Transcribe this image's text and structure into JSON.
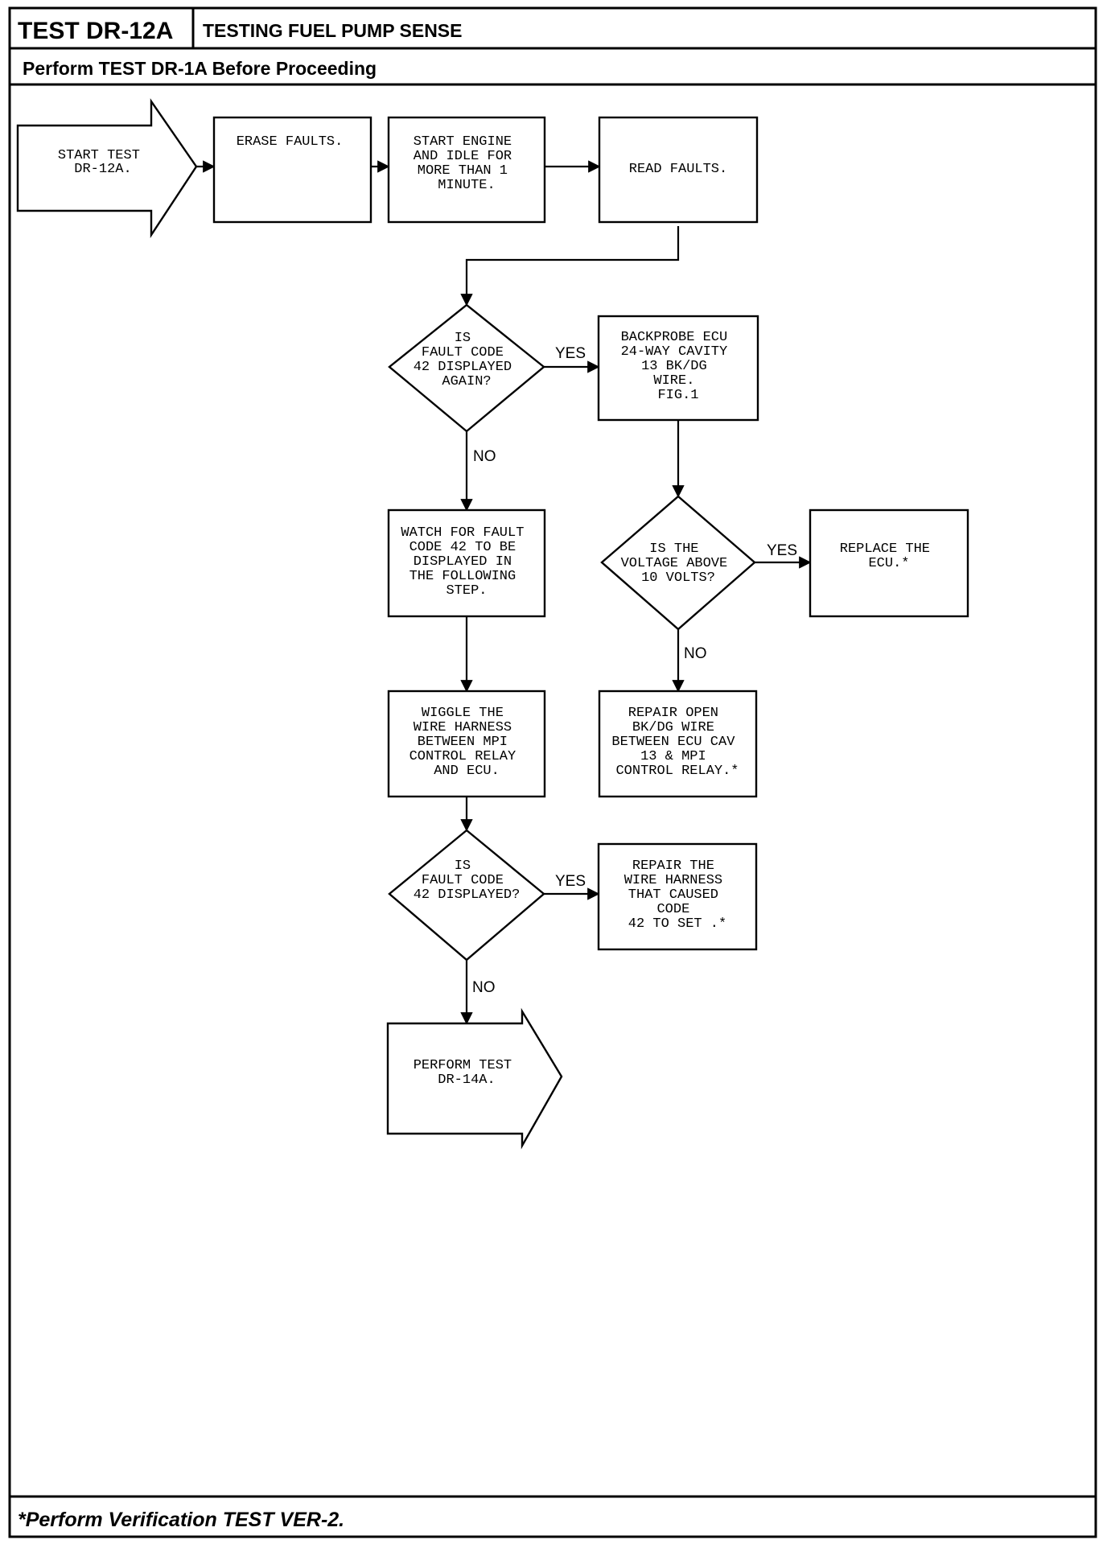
{
  "header": {
    "test_id": "TEST DR-12A",
    "title": "TESTING FUEL PUMP SENSE",
    "prerequisite": "Perform TEST DR-1A Before Proceeding"
  },
  "footer": {
    "note": "*Perform Verification TEST VER-2."
  },
  "flowchart": {
    "nodes": {
      "start": {
        "shape": "arrow",
        "lines": [
          "START TEST",
          "DR-12A."
        ]
      },
      "erase": {
        "shape": "box",
        "lines": [
          "ERASE FAULTS."
        ]
      },
      "start_engine": {
        "shape": "box",
        "lines": [
          "START ENGINE",
          "AND IDLE FOR",
          "MORE THAN 1",
          "MINUTE."
        ]
      },
      "read": {
        "shape": "box",
        "lines": [
          "READ FAULTS."
        ]
      },
      "q_again": {
        "shape": "diamond",
        "lines": [
          "IS",
          "FAULT CODE",
          "42 DISPLAYED",
          "AGAIN?"
        ]
      },
      "backprobe": {
        "shape": "box",
        "lines": [
          "BACKPROBE ECU",
          "24-WAY CAVITY",
          "13 BK/DG",
          "WIRE.",
          "FIG.1"
        ]
      },
      "watch": {
        "shape": "box",
        "lines": [
          "WATCH FOR FAULT",
          "CODE 42 TO BE",
          "DISPLAYED IN",
          "THE FOLLOWING",
          "STEP."
        ]
      },
      "q_voltage": {
        "shape": "diamond",
        "lines": [
          "IS THE",
          "VOLTAGE ABOVE",
          "10 VOLTS?"
        ]
      },
      "replace": {
        "shape": "box",
        "lines": [
          "REPLACE THE",
          "ECU.*"
        ]
      },
      "wiggle": {
        "shape": "box",
        "lines": [
          "WIGGLE THE",
          "WIRE HARNESS",
          "BETWEEN MPI",
          "CONTROL RELAY",
          "AND ECU."
        ]
      },
      "repair_open": {
        "shape": "box",
        "lines": [
          "REPAIR OPEN",
          "BK/DG WIRE",
          "BETWEEN ECU CAV",
          "13 & MPI",
          "CONTROL RELAY.*"
        ]
      },
      "q_displayed": {
        "shape": "diamond",
        "lines": [
          "IS",
          "FAULT CODE",
          "42 DISPLAYED?"
        ]
      },
      "repair_harness": {
        "shape": "box",
        "lines": [
          "REPAIR THE",
          "WIRE HARNESS",
          "THAT CAUSED",
          "CODE",
          "42 TO SET .*"
        ]
      },
      "end": {
        "shape": "arrow",
        "lines": [
          "PERFORM TEST",
          "DR-14A."
        ]
      }
    },
    "edges": [
      {
        "from": "start",
        "to": "erase",
        "label": ""
      },
      {
        "from": "erase",
        "to": "start_engine",
        "label": ""
      },
      {
        "from": "start_engine",
        "to": "read",
        "label": ""
      },
      {
        "from": "read",
        "to": "q_again",
        "label": ""
      },
      {
        "from": "q_again",
        "to": "backprobe",
        "label": "YES"
      },
      {
        "from": "q_again",
        "to": "watch",
        "label": "NO"
      },
      {
        "from": "backprobe",
        "to": "q_voltage",
        "label": ""
      },
      {
        "from": "q_voltage",
        "to": "replace",
        "label": "YES"
      },
      {
        "from": "q_voltage",
        "to": "repair_open",
        "label": "NO"
      },
      {
        "from": "watch",
        "to": "wiggle",
        "label": ""
      },
      {
        "from": "wiggle",
        "to": "q_displayed",
        "label": ""
      },
      {
        "from": "q_displayed",
        "to": "repair_harness",
        "label": "YES"
      },
      {
        "from": "q_displayed",
        "to": "end",
        "label": "NO"
      }
    ]
  }
}
